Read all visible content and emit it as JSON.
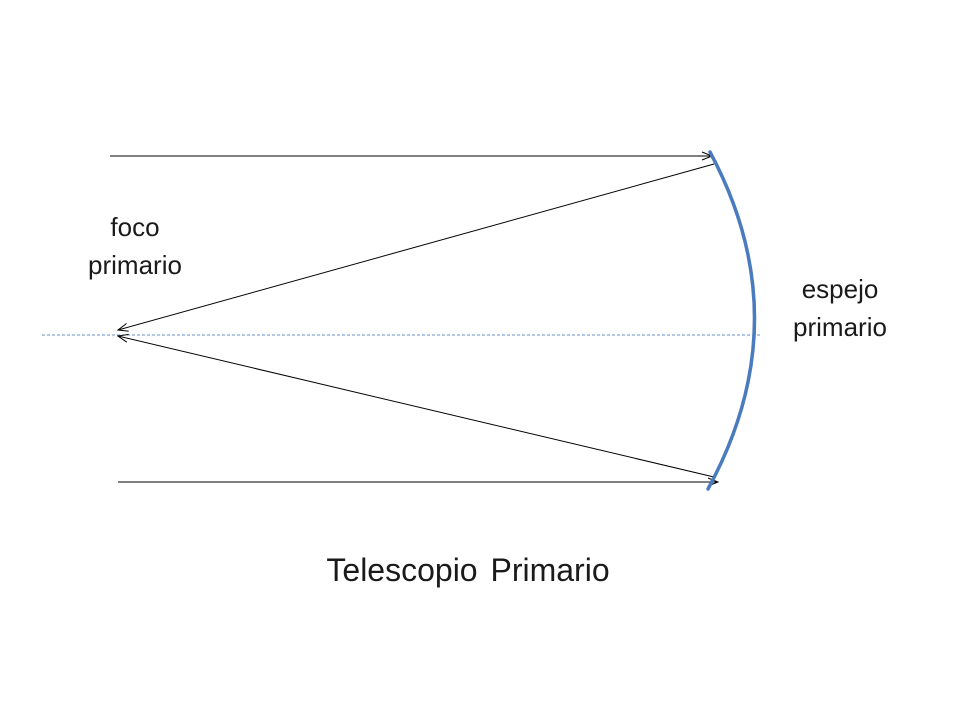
{
  "labels": {
    "focus_line1": "foco",
    "focus_line2": "primario",
    "mirror_line1": "espejo",
    "mirror_line2": "primario",
    "title": "Telescopio Primario"
  },
  "colors": {
    "mirror": "#4a7bbf",
    "axis": "#6a92c8",
    "rays": "#000000"
  }
}
